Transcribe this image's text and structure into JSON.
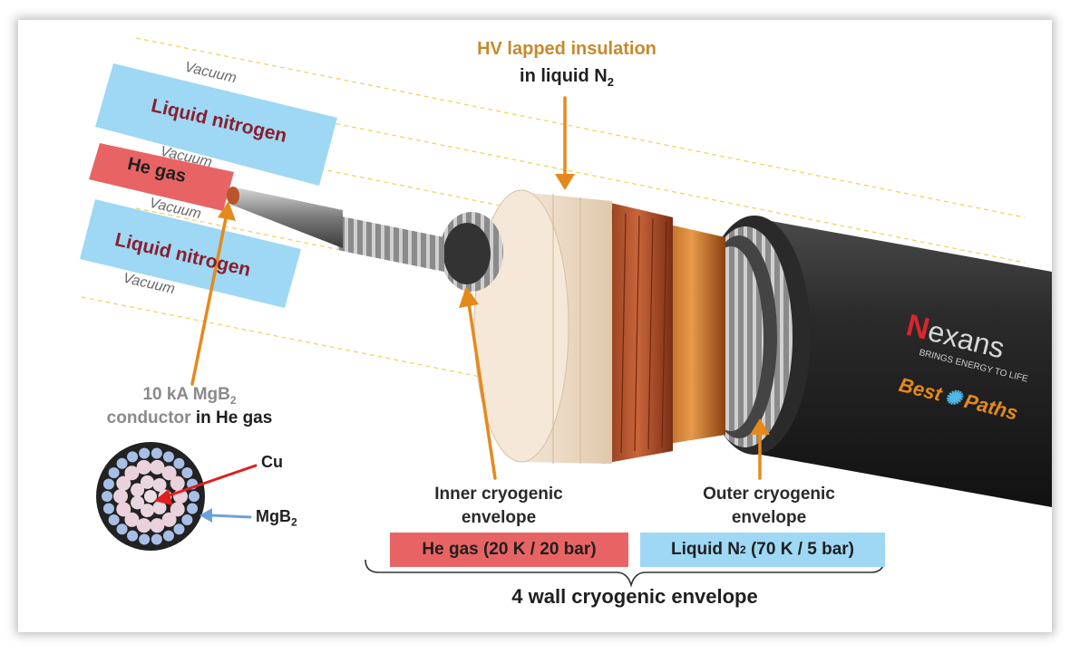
{
  "title": {
    "line1": "HV lapped insulation",
    "line2_prefix": "in liquid N",
    "line2_sub": "2"
  },
  "bands": {
    "vacuum": "Vacuum",
    "liquid_nitrogen": "Liquid nitrogen",
    "he_gas": "He gas"
  },
  "conductor": {
    "line1_prefix": "10 kA MgB",
    "line1_sub": "2",
    "line2_a": "conductor ",
    "line2_b": "in He gas",
    "cu": "Cu",
    "mgb_prefix": "MgB",
    "mgb_sub": "2"
  },
  "inner": {
    "label_line1": "Inner cryogenic",
    "label_line2": "envelope",
    "box": "He gas (20 K / 20 bar)"
  },
  "outer": {
    "label_line1": "Outer cryogenic",
    "label_line2": "envelope",
    "box_prefix": "Liquid N",
    "box_sub": "2",
    "box_suffix": " (70 K / 5 bar)"
  },
  "envelope_caption": "4 wall cryogenic envelope",
  "logo": {
    "brand": "exans",
    "tagline": "BRINGS ENERGY TO LIFE",
    "project_a": "Best",
    "project_b": "Paths"
  },
  "colors": {
    "light_blue": "#9ed8f4",
    "salmon": "#e86464",
    "orange": "#e6891c",
    "title_gold": "#c8892a",
    "dark_red_text": "#8b1e2d",
    "copper": "#b8552a"
  }
}
